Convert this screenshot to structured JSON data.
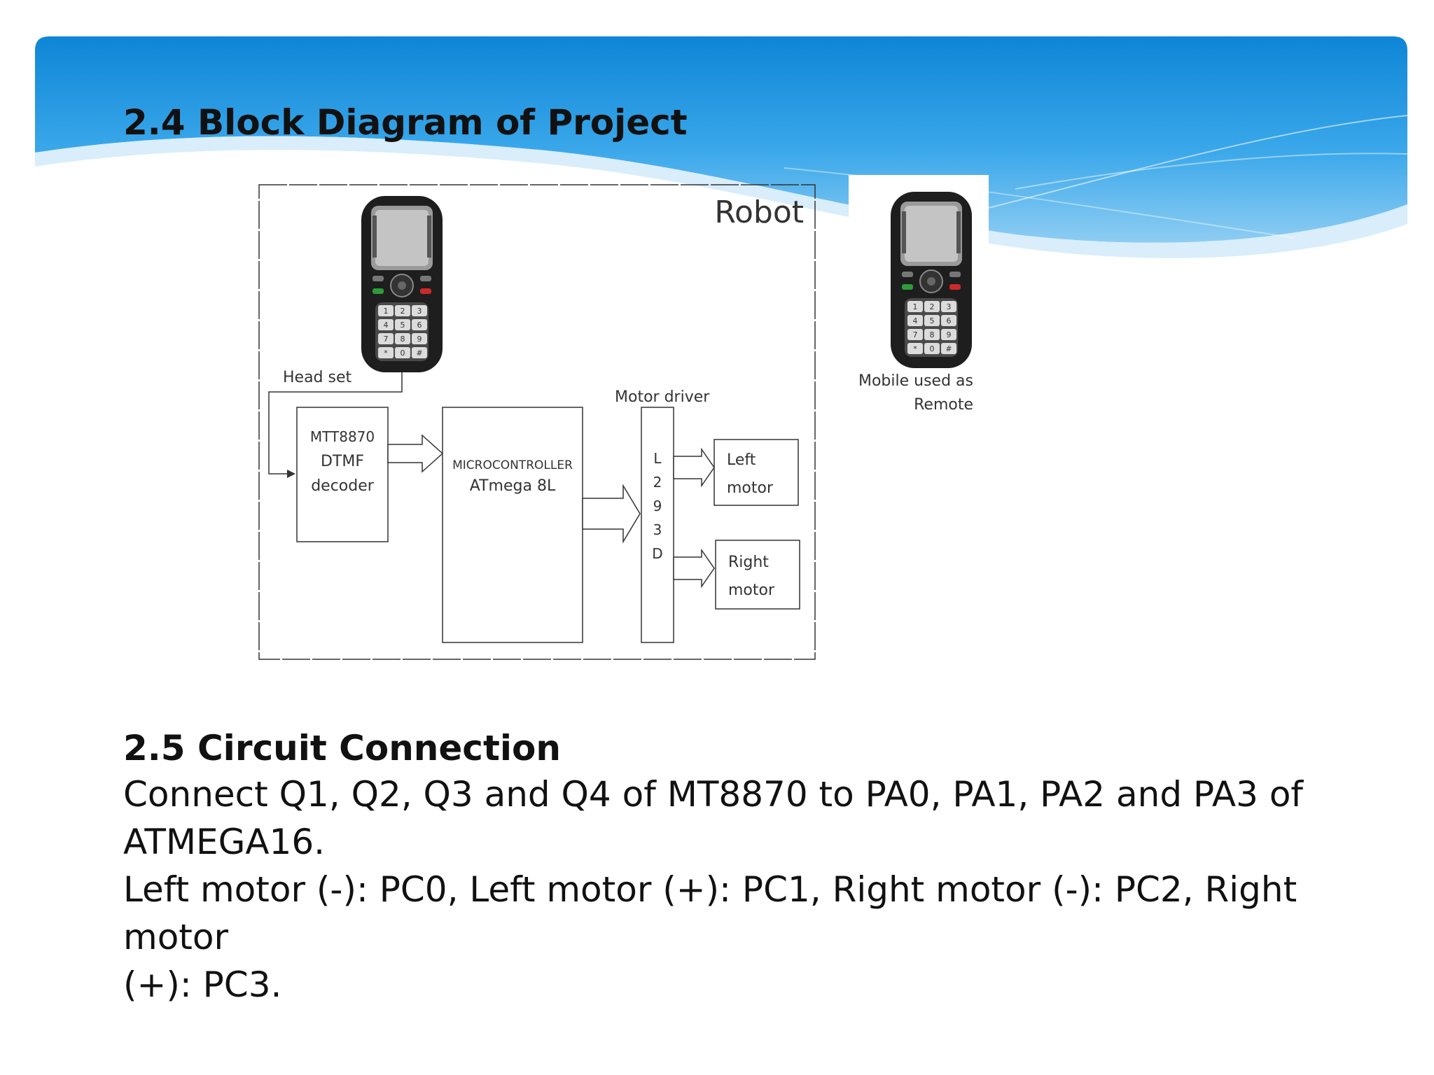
{
  "colors": {
    "banner_dark": "#0e86d6",
    "banner_light": "#8ecdf3",
    "diagram_stroke": "#333333"
  },
  "slide": {
    "heading_1": "2.4 Block Diagram of Project",
    "heading_2": "2.5 Circuit Connection",
    "body_lines": [
      "Connect Q1, Q2, Q3 and Q4 of MT8870 to PA0, PA1, PA2 and PA3 of",
      "ATMEGA16.",
      "Left motor (-): PC0, Left motor (+): PC1, Right motor (-): PC2, Right motor",
      "(+): PC3."
    ]
  },
  "diagram": {
    "robot_label": "Robot",
    "headset_label": "Head set",
    "dtmf": {
      "line1": "MTT8870",
      "line2": "DTMF",
      "line3": "decoder"
    },
    "mcu": {
      "line1": "MICROCONTROLLER",
      "line2": "ATmega 8L"
    },
    "motor_driver_label": "Motor driver",
    "driver_chars": [
      "L",
      "2",
      "9",
      "3",
      "D"
    ],
    "left_motor": {
      "line1": "Left",
      "line2": "motor"
    },
    "right_motor": {
      "line1": "Right",
      "line2": "motor"
    },
    "remote_label": {
      "line1": "Mobile used as",
      "line2": "Remote"
    },
    "phone_keys": [
      "1",
      "2",
      "3",
      "4",
      "5",
      "6",
      "7",
      "8",
      "9",
      "*",
      "0",
      "#"
    ],
    "icons": [
      "mobile-phone-icon",
      "mobile-phone-icon"
    ]
  }
}
